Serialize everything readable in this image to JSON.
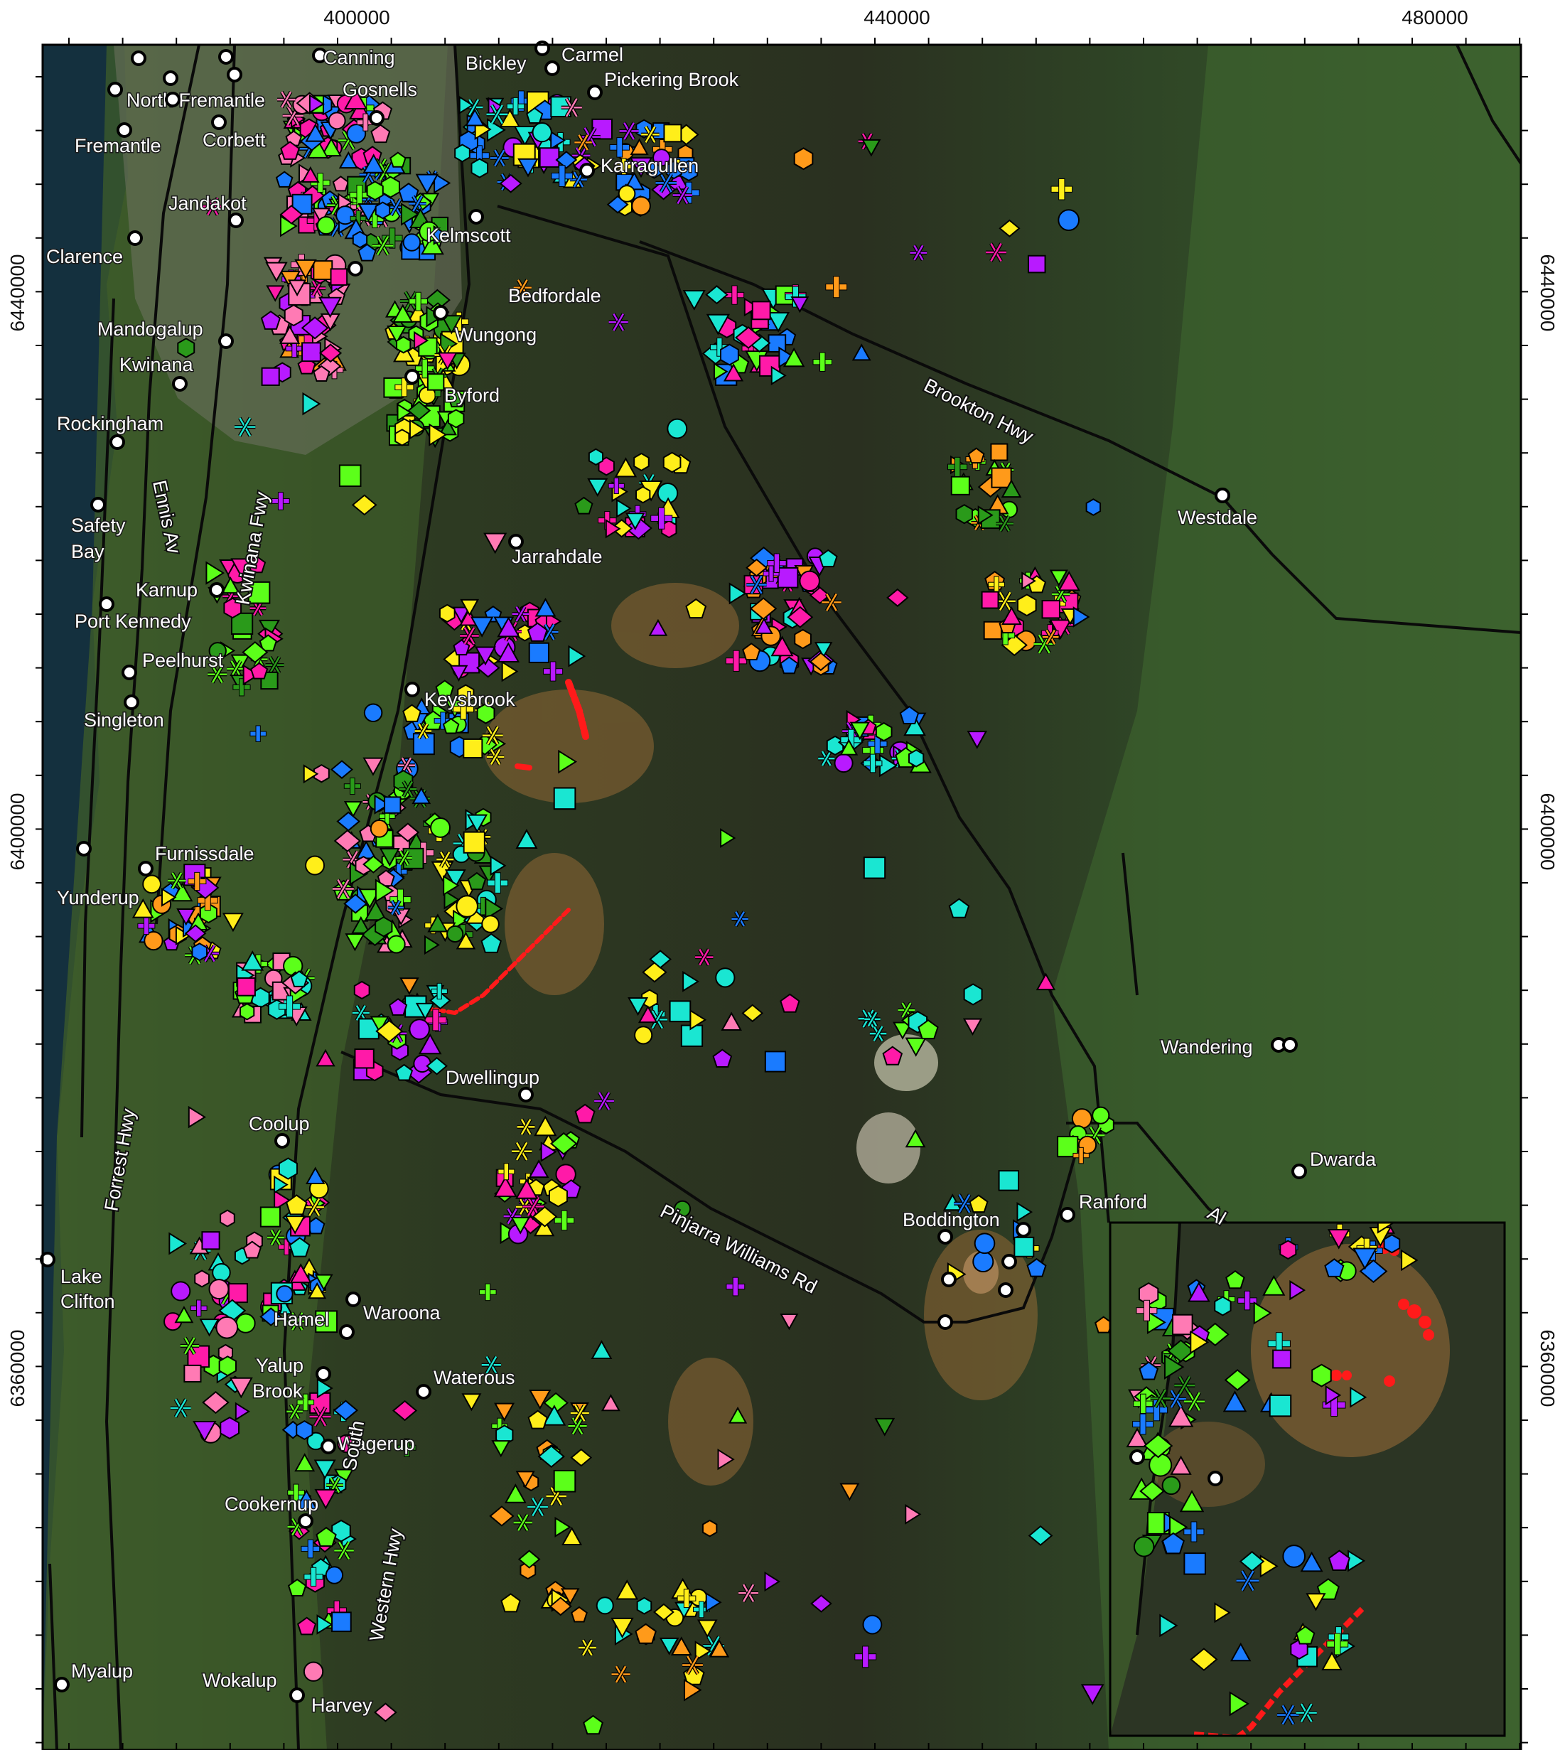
{
  "map": {
    "x_ticks": [
      "400000",
      "440000",
      "480000"
    ],
    "y_ticks": [
      "6440000",
      "6400000",
      "6360000"
    ],
    "colors": {
      "frame": "#000000",
      "road": "#0a0a0a",
      "town_fill": "#ffffff",
      "fire_red": "#ff1a1a",
      "magenta": "#ff1aa8",
      "purple": "#b81aff",
      "blue": "#1a7bff",
      "cyan": "#1ae6d2",
      "yellow": "#ffee1a",
      "orange": "#ff9a1a",
      "green": "#5cff1a",
      "dark_green": "#2a9a1a",
      "pink": "#ff7ab4"
    },
    "places": [
      "Canning",
      "Bickley",
      "Carmel",
      "Pickering Brook",
      "North Fremantle",
      "Gosnells",
      "Fremantle",
      "Corbett",
      "Karragullen",
      "Jandakot",
      "Kelmscott",
      "Clarence",
      "Bedfordale",
      "Mandogalup",
      "Wungong",
      "Kwinana",
      "Byford",
      "Rockingham",
      "Safety",
      "Bay",
      "Westdale",
      "Jarrahdale",
      "Karnup",
      "Port Kennedy",
      "Peelhurst",
      "Keysbrook",
      "Singleton",
      "Furnissdale",
      "Yunderup",
      "Wandering",
      "Dwellingup",
      "Coolup",
      "Dwarda",
      "Ranford",
      "Boddington",
      "Lake",
      "Clifton",
      "Hamel",
      "Waroona",
      "Yalup",
      "Brook",
      "Waterous",
      "Wagerup",
      "Cookernup",
      "Myalup",
      "Wokalup",
      "Harvey"
    ],
    "roads": [
      "Brookton Hwy",
      "Ennis Av",
      "Kwinana Fwy",
      "Forrest Hwy",
      "Pinjarra Williams Rd",
      "South",
      "Western Hwy",
      "Al"
    ]
  }
}
